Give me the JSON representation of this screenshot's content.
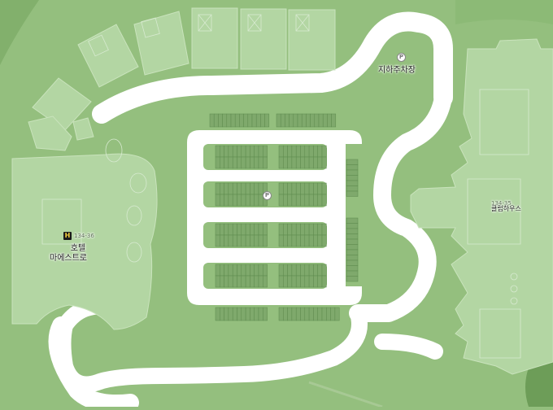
{
  "map": {
    "colors": {
      "lawn": "#94bf7e",
      "forest": "#7aa965",
      "road": "#ffffff",
      "building_fill": "#b3d6a3",
      "building_stroke": "#c9e3bc",
      "parking_cell": "#7fa96c",
      "parking_stroke": "#5e8a4e"
    },
    "labels": {
      "hotel_name": "호텔\n마에스트로",
      "hotel_name_line1": "호텔",
      "hotel_name_line2": "마에스트로",
      "hotel_address": "134-36",
      "parking_name": "지하주차장",
      "clubhouse_name": "클럽하우스",
      "clubhouse_address": "134-35",
      "parking_symbol": "P",
      "hotel_symbol": "H"
    },
    "icons": {
      "parking": "parking-icon",
      "hotel": "hotel-icon"
    }
  }
}
